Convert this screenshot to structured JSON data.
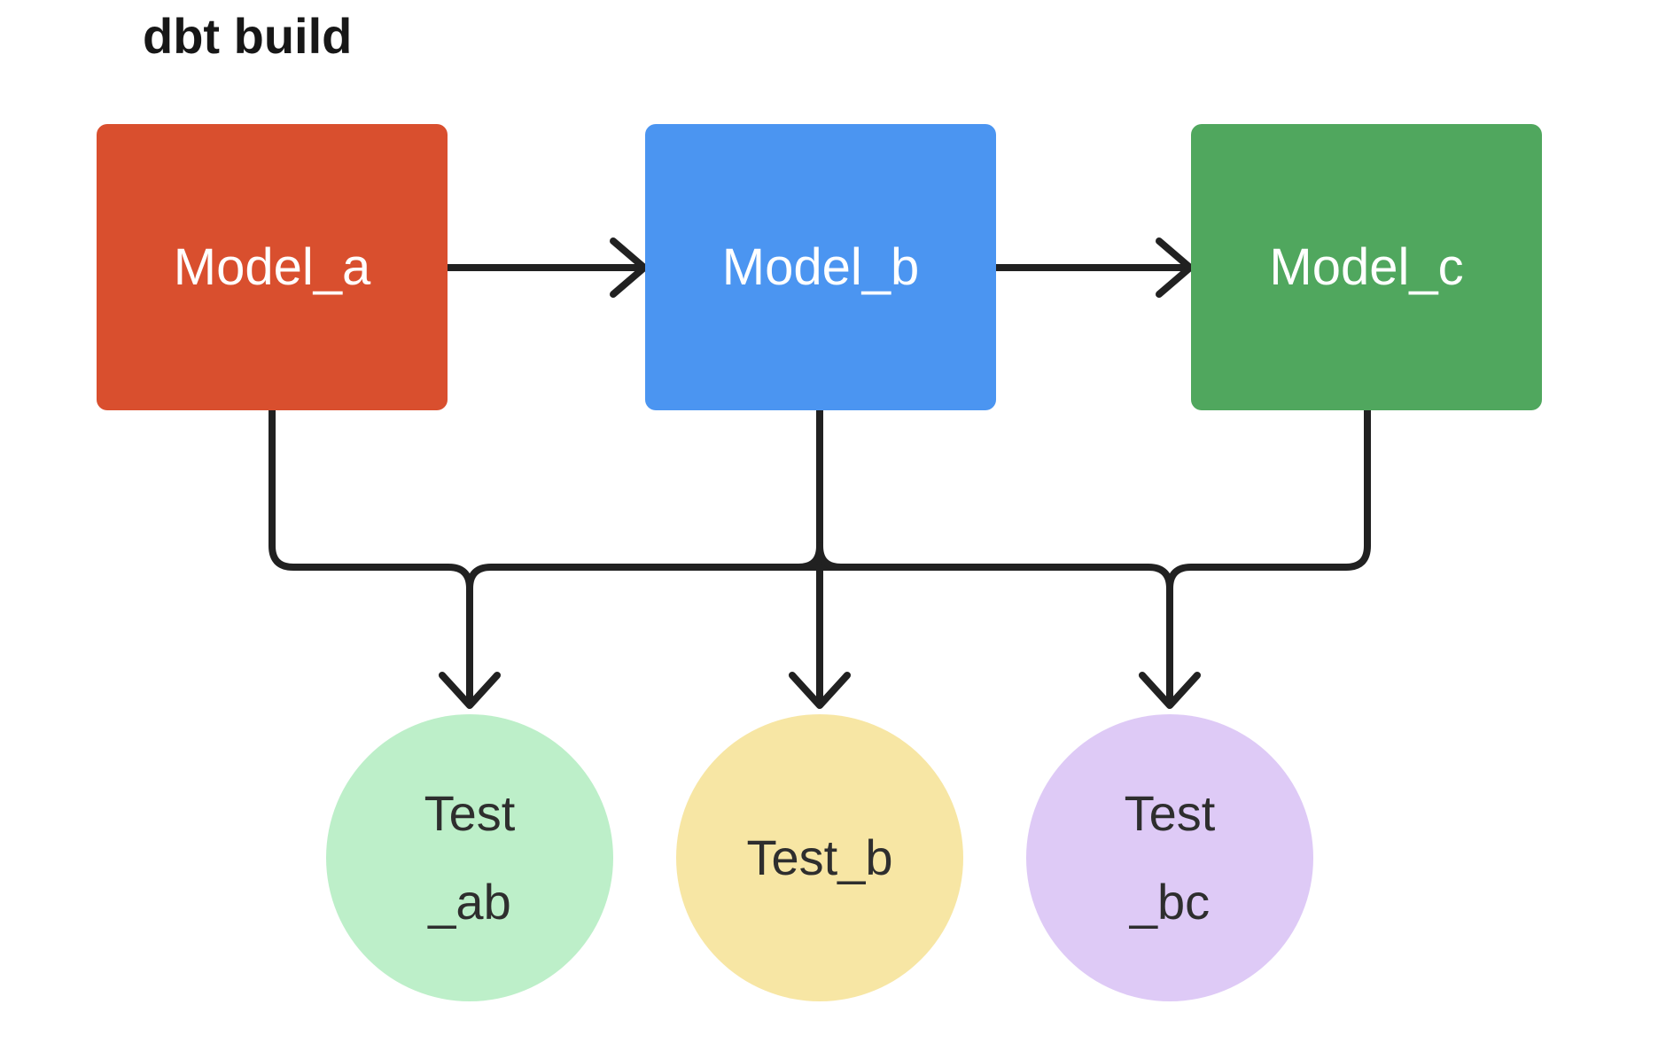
{
  "title": "dbt build",
  "diagram": {
    "edge_color": "#212121",
    "title_color": "#171717",
    "models": [
      {
        "id": "model_a",
        "label": "Model_a",
        "fill": "#D94F2E",
        "text_color": "#FFFFFF"
      },
      {
        "id": "model_b",
        "label": "Model_b",
        "fill": "#4B95F1",
        "text_color": "#FFFFFF"
      },
      {
        "id": "model_c",
        "label": "Model_c",
        "fill": "#50A75E",
        "text_color": "#FFFFFF"
      }
    ],
    "tests": [
      {
        "id": "test_ab",
        "lines": [
          "Test",
          "_ab"
        ],
        "fill": "#BDEFC9",
        "text_color": "#2E2E2E"
      },
      {
        "id": "test_b",
        "lines": [
          "Test_b"
        ],
        "fill": "#F7E6A4",
        "text_color": "#2E2E2E"
      },
      {
        "id": "test_bc",
        "lines": [
          "Test",
          "_bc"
        ],
        "fill": "#DECAF6",
        "text_color": "#2E2E2E"
      }
    ],
    "edges": [
      {
        "from": "model_a",
        "to": "model_b"
      },
      {
        "from": "model_b",
        "to": "model_c"
      },
      {
        "from": "model_a",
        "to": "test_ab"
      },
      {
        "from": "model_b",
        "to": "test_ab"
      },
      {
        "from": "model_b",
        "to": "test_b"
      },
      {
        "from": "model_b",
        "to": "test_bc"
      },
      {
        "from": "model_c",
        "to": "test_bc"
      }
    ]
  }
}
